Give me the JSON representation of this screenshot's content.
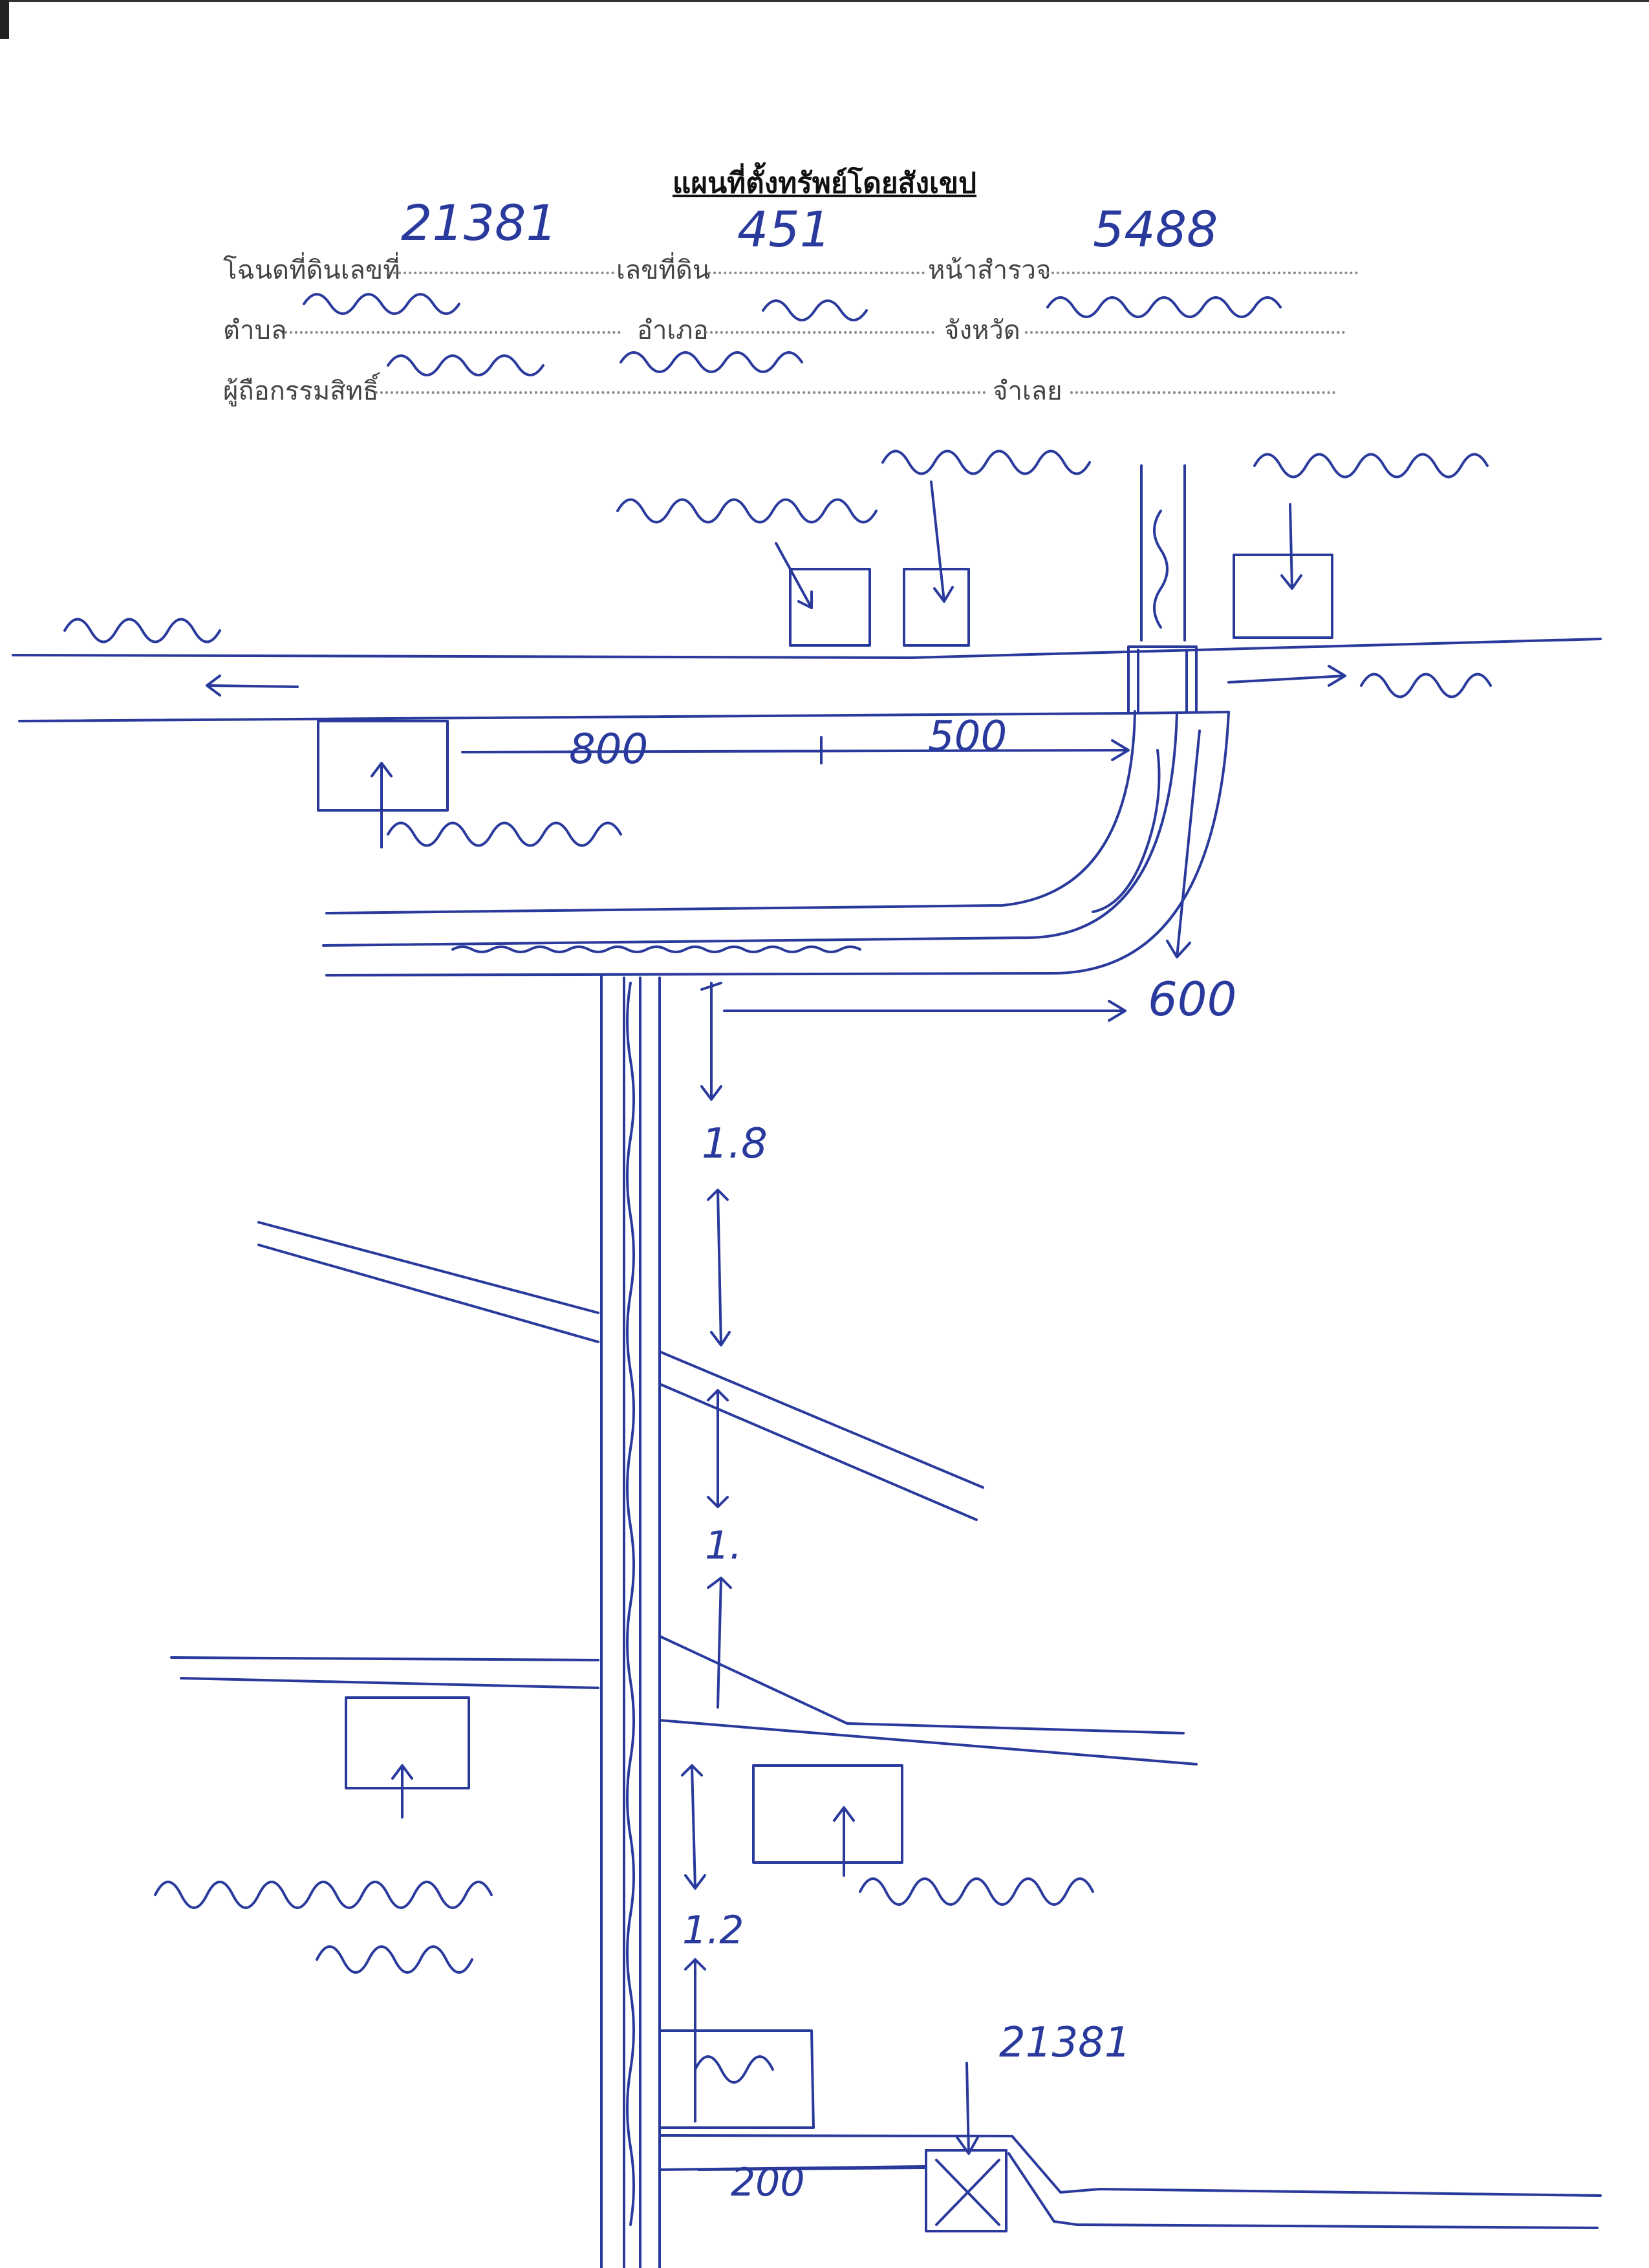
{
  "document": {
    "title": "แผนที่ตั้งทรัพย์โดยสังเขป"
  },
  "form": {
    "deed_label": "โฉนดที่ดินเลขที่",
    "deed_value": "21381",
    "land_no_label": "เลขที่ดิน",
    "land_no_value": "451",
    "survey_page_label": "หน้าสำรวจ",
    "survey_page_value": "5488",
    "subdistrict_label": "ตำบล",
    "district_label": "อำเภอ",
    "province_label": "จังหวัด",
    "owner_label": "ผู้ถือกรรมสิทธิ์",
    "mortgagor_label": "จำเลย"
  },
  "map": {
    "distances": {
      "d800": "800",
      "d500": "500",
      "d600": "600",
      "d1_8": "1.8",
      "d1": "1.",
      "d1_2": "1.2",
      "d200": "200"
    },
    "parcel_label": "21381"
  },
  "colors": {
    "ink": "#2a3a9c",
    "printed": "#444444"
  }
}
